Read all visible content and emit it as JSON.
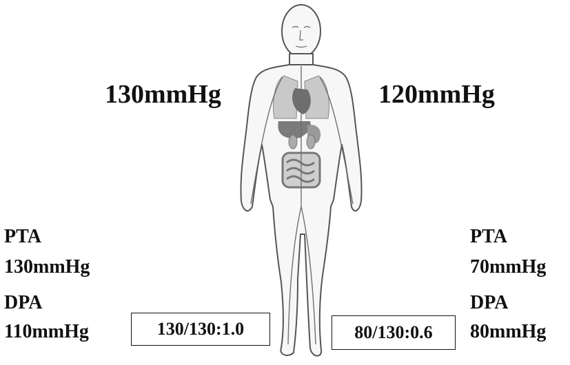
{
  "arm_pressures": {
    "left": "130mmHg",
    "right": "120mmHg"
  },
  "left_leg": {
    "pta_label": "PTA",
    "pta_value": "130mmHg",
    "dpa_label": "DPA",
    "dpa_value": "110mmHg",
    "index_box": "130/130:1.0"
  },
  "right_leg": {
    "pta_label": "PTA",
    "pta_value": "70mmHg",
    "dpa_label": "DPA",
    "dpa_value": "80mmHg",
    "index_box": "80/130:0.6"
  },
  "colors": {
    "outline": "#555555",
    "skin": "#f7f7f7",
    "organ": "#8a8a8a",
    "lung": "#c9c9c9",
    "vessel": "#6f6f6f"
  }
}
